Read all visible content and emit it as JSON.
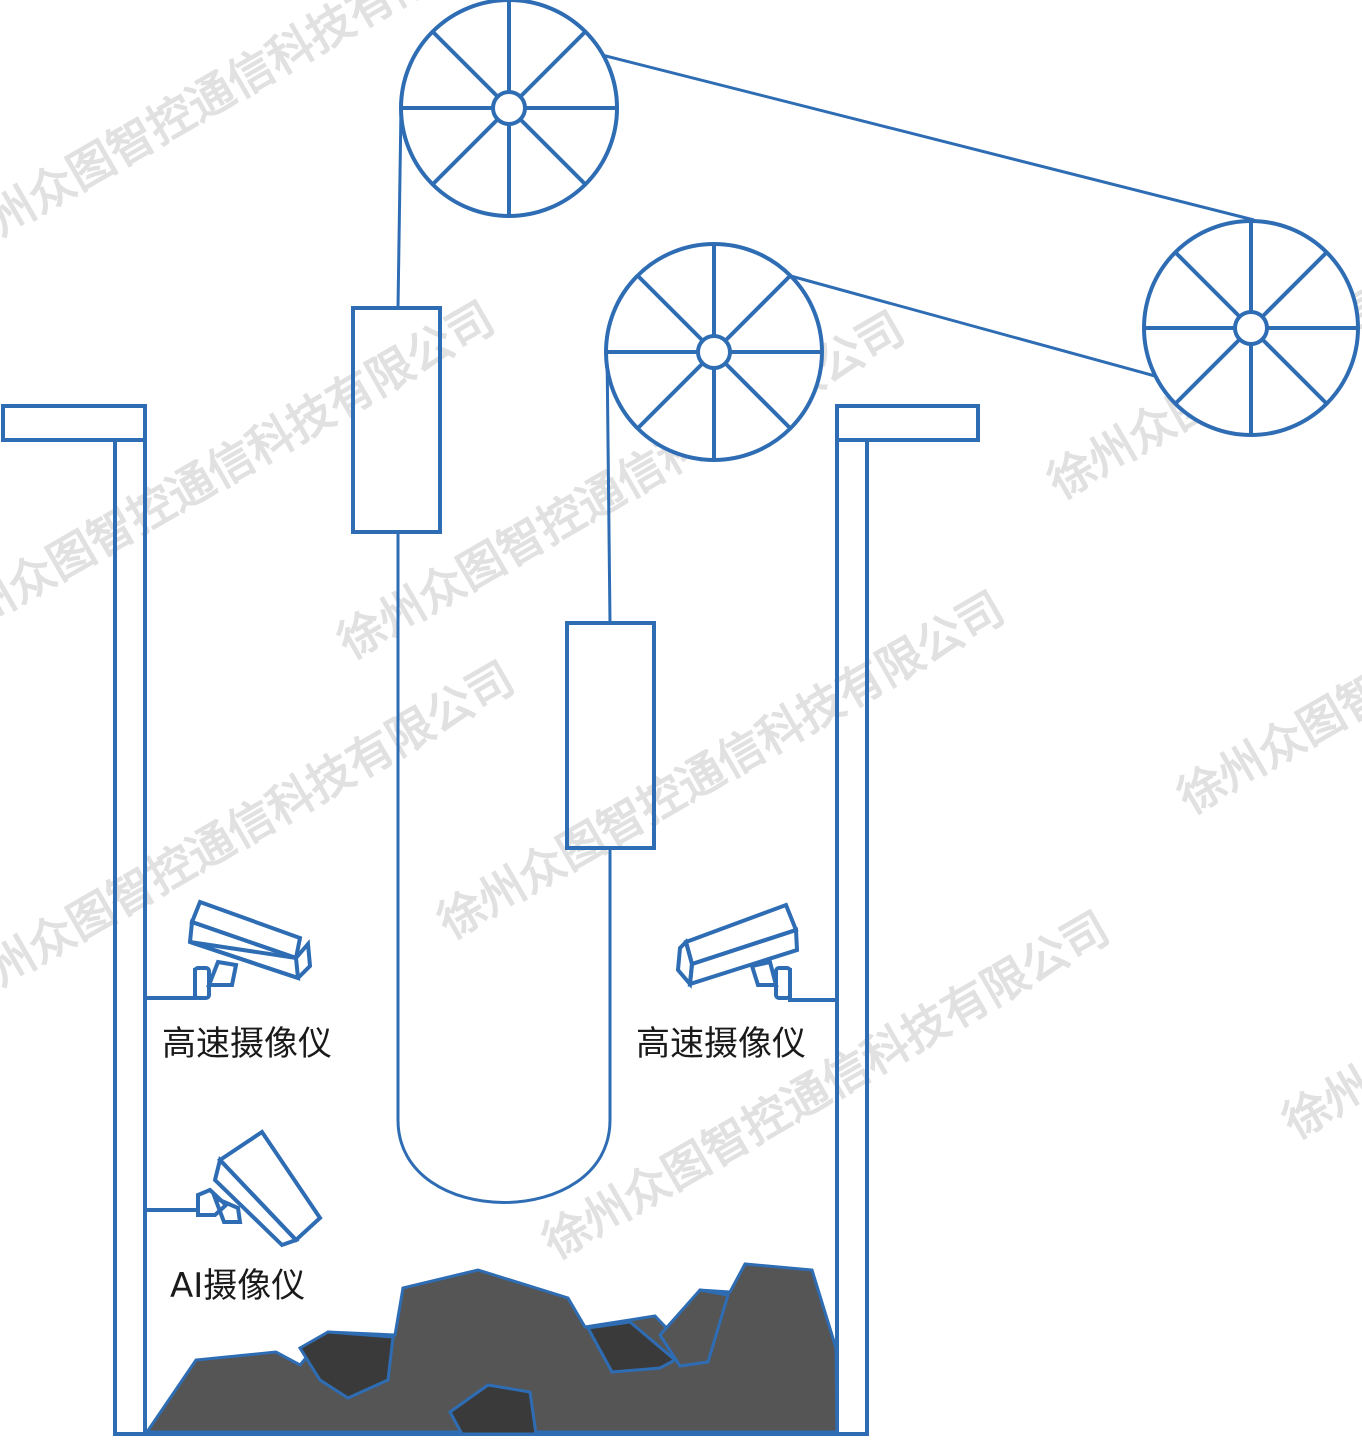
{
  "labels": {
    "left_camera_label": "高速摄像仪",
    "right_camera_label": "高速摄像仪",
    "ai_camera_label": "AI摄像仪"
  },
  "watermark": {
    "text": "徐州众图智控通信科技有限公司"
  },
  "colors": {
    "line": "#2e6db4",
    "ore_dark": "#3a3a3a",
    "ore_mid": "#555555",
    "watermark": "#c8c8c8"
  }
}
